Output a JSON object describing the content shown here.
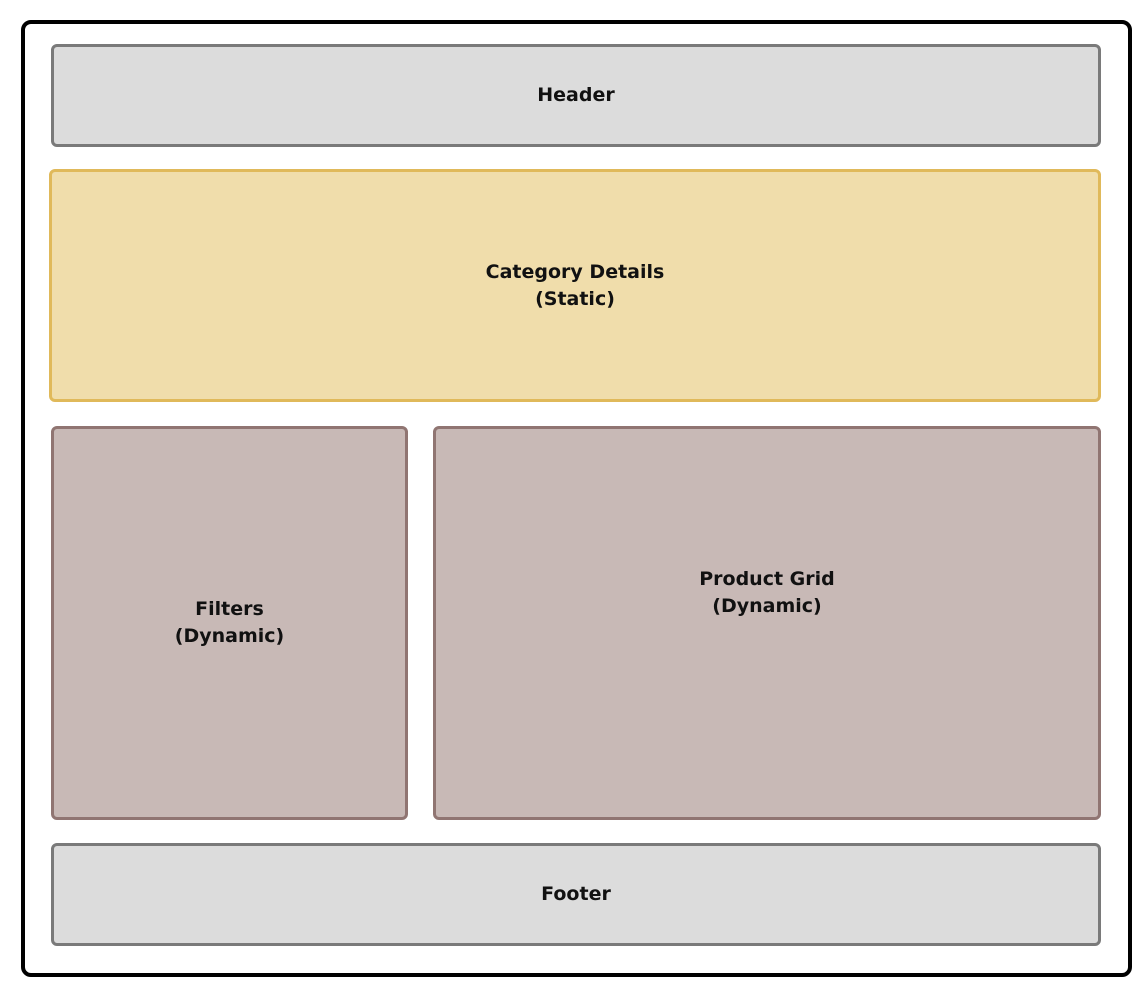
{
  "diagram": {
    "type": "page-layout-wireframe",
    "sections": {
      "header": {
        "label": "Header",
        "fill": "#dcdcdc",
        "stroke": "#7a7a7a"
      },
      "category_details": {
        "label": "Category Details\n(Static)",
        "fill": "#f0ddab",
        "stroke": "#e0b95a"
      },
      "filters": {
        "label": "Filters\n(Dynamic)",
        "fill": "#c8b9b6",
        "stroke": "#907572"
      },
      "product_grid": {
        "label": "Product Grid\n(Dynamic)",
        "fill": "#c8b9b6",
        "stroke": "#907572"
      },
      "footer": {
        "label": "Footer",
        "fill": "#dcdcdc",
        "stroke": "#7a7a7a"
      }
    }
  }
}
